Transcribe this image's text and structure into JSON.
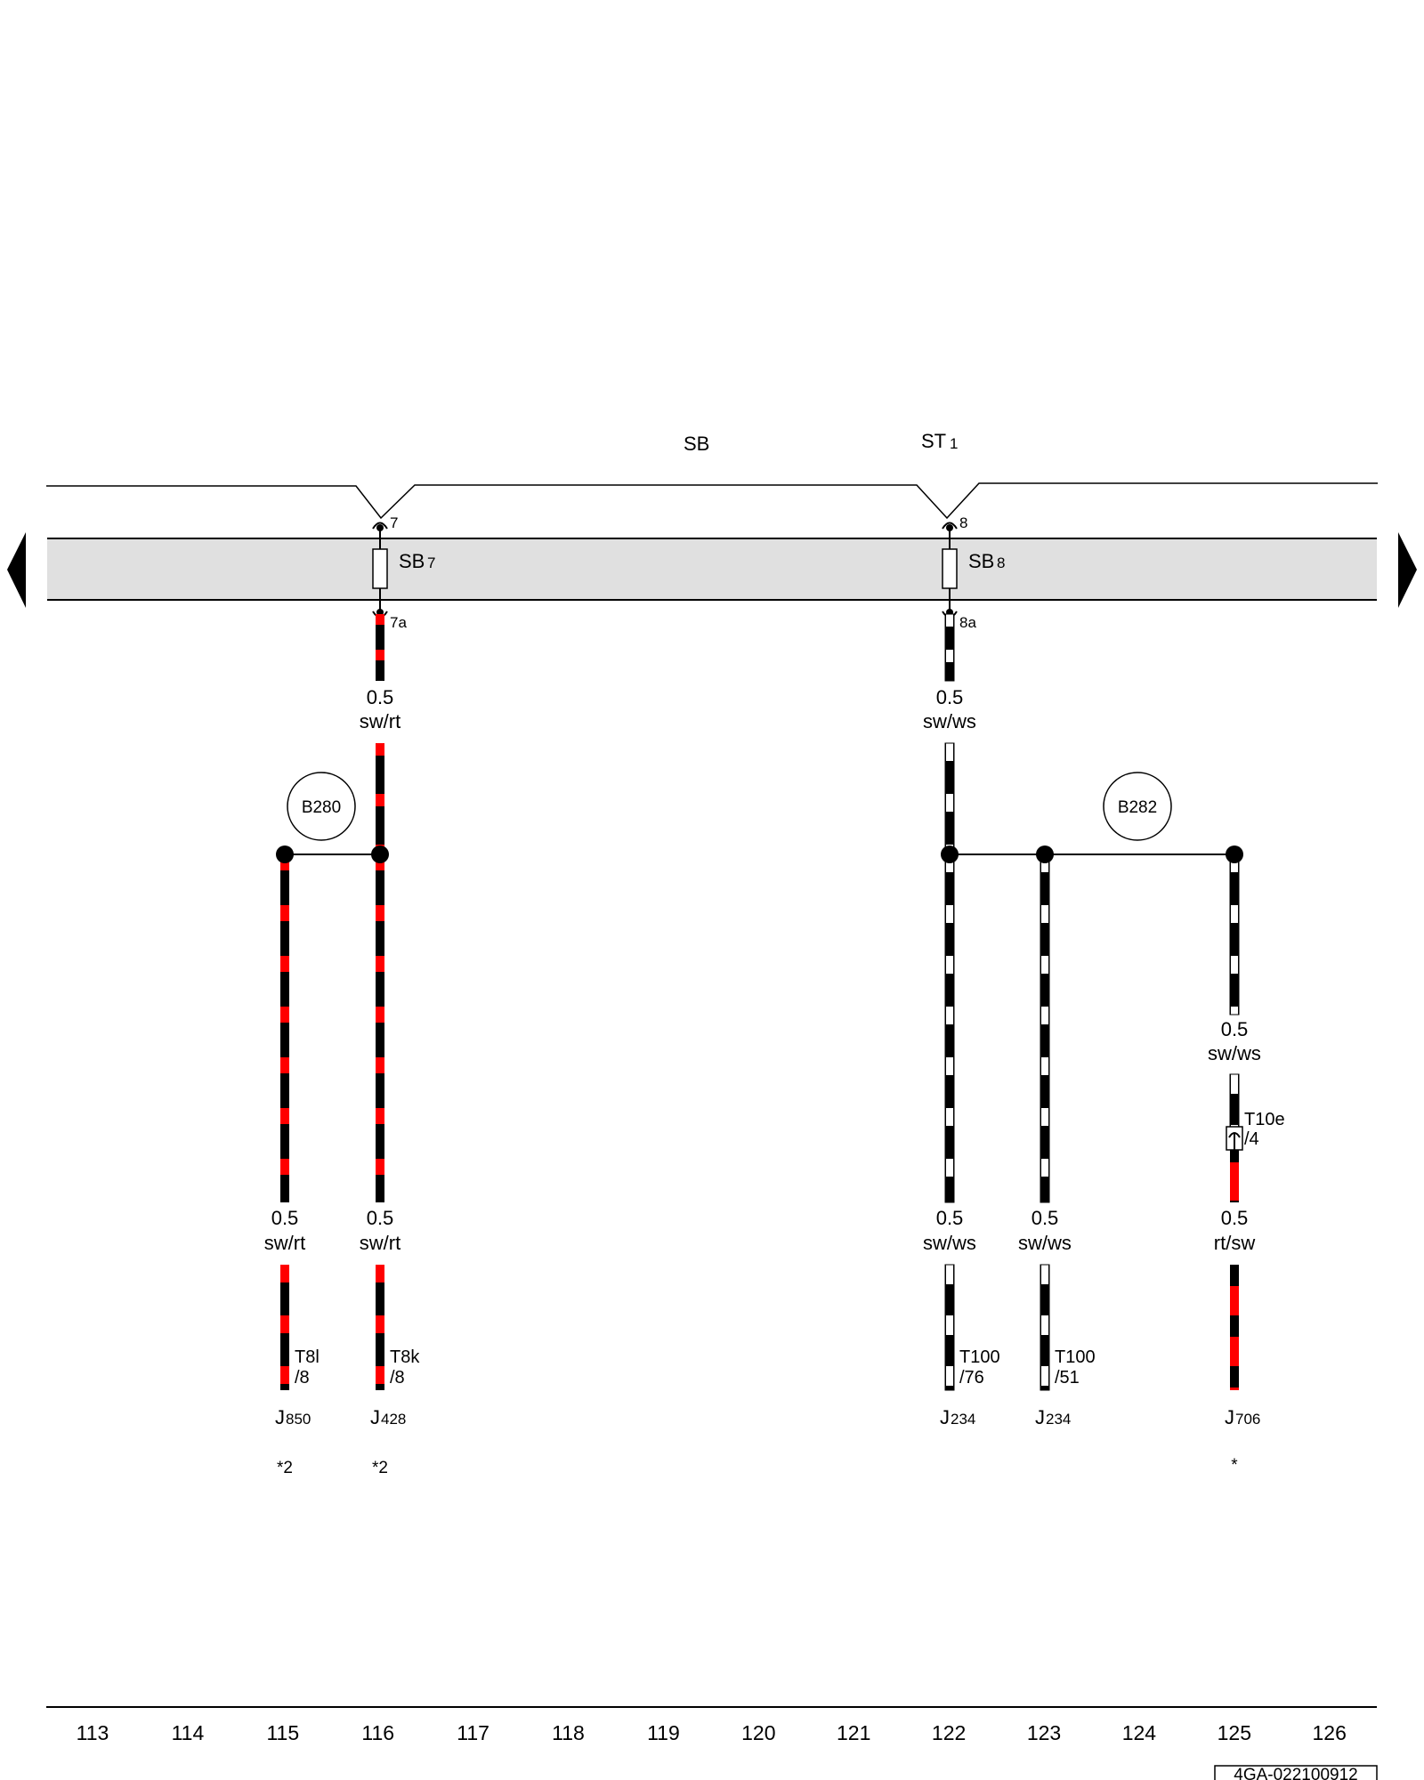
{
  "header": {
    "sb_label": "SB",
    "st1_label": "ST",
    "st1_sub": "1"
  },
  "fuses": [
    {
      "name": "SB",
      "sub": "7",
      "top_pin": "7",
      "bottom_pin": "7a"
    },
    {
      "name": "SB",
      "sub": "8",
      "top_pin": "8",
      "bottom_pin": "8a"
    }
  ],
  "splices": [
    "B280",
    "B282"
  ],
  "wires": [
    {
      "id": "w116a",
      "size": "0.5",
      "color": "sw/rt",
      "base": "black",
      "stripe": "red"
    },
    {
      "id": "w122a",
      "size": "0.5",
      "color": "sw/ws",
      "base": "black",
      "stripe": "white"
    },
    {
      "id": "w125a",
      "size": "0.5",
      "color": "sw/ws",
      "base": "black",
      "stripe": "white"
    },
    {
      "id": "w115",
      "size": "0.5",
      "color": "sw/rt",
      "base": "black",
      "stripe": "red"
    },
    {
      "id": "w116b",
      "size": "0.5",
      "color": "sw/rt",
      "base": "black",
      "stripe": "red"
    },
    {
      "id": "w122b",
      "size": "0.5",
      "color": "sw/ws",
      "base": "black",
      "stripe": "white"
    },
    {
      "id": "w123",
      "size": "0.5",
      "color": "sw/ws",
      "base": "black",
      "stripe": "white"
    },
    {
      "id": "w125b",
      "size": "0.5",
      "color": "rt/sw",
      "base": "red",
      "stripe": "black"
    }
  ],
  "connector_t10e": {
    "name": "T10e",
    "pin": "/4"
  },
  "connectors": [
    {
      "name": "T8l",
      "pin": "/8"
    },
    {
      "name": "T8k",
      "pin": "/8"
    },
    {
      "name": "T100",
      "pin": "/76"
    },
    {
      "name": "T100",
      "pin": "/51"
    }
  ],
  "components": [
    {
      "prefix": "J",
      "sub": "850",
      "note": "*2"
    },
    {
      "prefix": "J",
      "sub": "428",
      "note": "*2"
    },
    {
      "prefix": "J",
      "sub": "234",
      "note": ""
    },
    {
      "prefix": "J",
      "sub": "234",
      "note": ""
    },
    {
      "prefix": "J",
      "sub": "706",
      "note": "*"
    }
  ],
  "columns": [
    "113",
    "114",
    "115",
    "116",
    "117",
    "118",
    "119",
    "120",
    "121",
    "122",
    "123",
    "124",
    "125",
    "126"
  ],
  "doc_id": "4GA-022100912",
  "colors": {
    "red": "#ff0000",
    "black": "#000000",
    "white": "#ffffff",
    "bar_fill": "#e0e0e0"
  },
  "icons": [
    "arrow-left-icon",
    "arrow-right-icon",
    "fuse-icon",
    "splice-node-icon",
    "connector-icon"
  ]
}
